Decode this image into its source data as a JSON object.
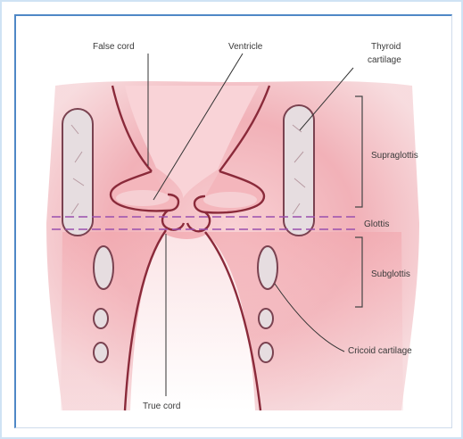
{
  "figure": {
    "labels": {
      "false_cord": "False cord",
      "ventricle": "Ventricle",
      "thyroid_line1": "Thyroid",
      "thyroid_line2": "cartilage",
      "supraglottis": "Supraglottis",
      "glottis": "Glottis",
      "subglottis": "Subglottis",
      "cricoid": "Cricoid cartilage",
      "true_cord": "True cord"
    },
    "colors": {
      "tissue": "#f2a7ae",
      "tissue_dark": "#e07b88",
      "mucosa_edge": "#8a2a3a",
      "cartilage": "#e6dde0",
      "glottis_line": "#9a4fae",
      "frame": "#4f88c6"
    }
  }
}
